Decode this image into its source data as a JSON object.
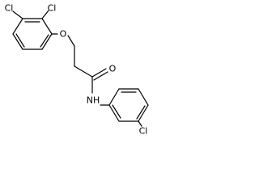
{
  "molecule": {
    "atoms": {
      "cl_ortho": "Cl",
      "cl_para": "Cl",
      "ether_oxygen": "O",
      "carbonyl_oxygen": "O",
      "amide_nitrogen": "NH",
      "cl_anilide": "Cl"
    }
  }
}
